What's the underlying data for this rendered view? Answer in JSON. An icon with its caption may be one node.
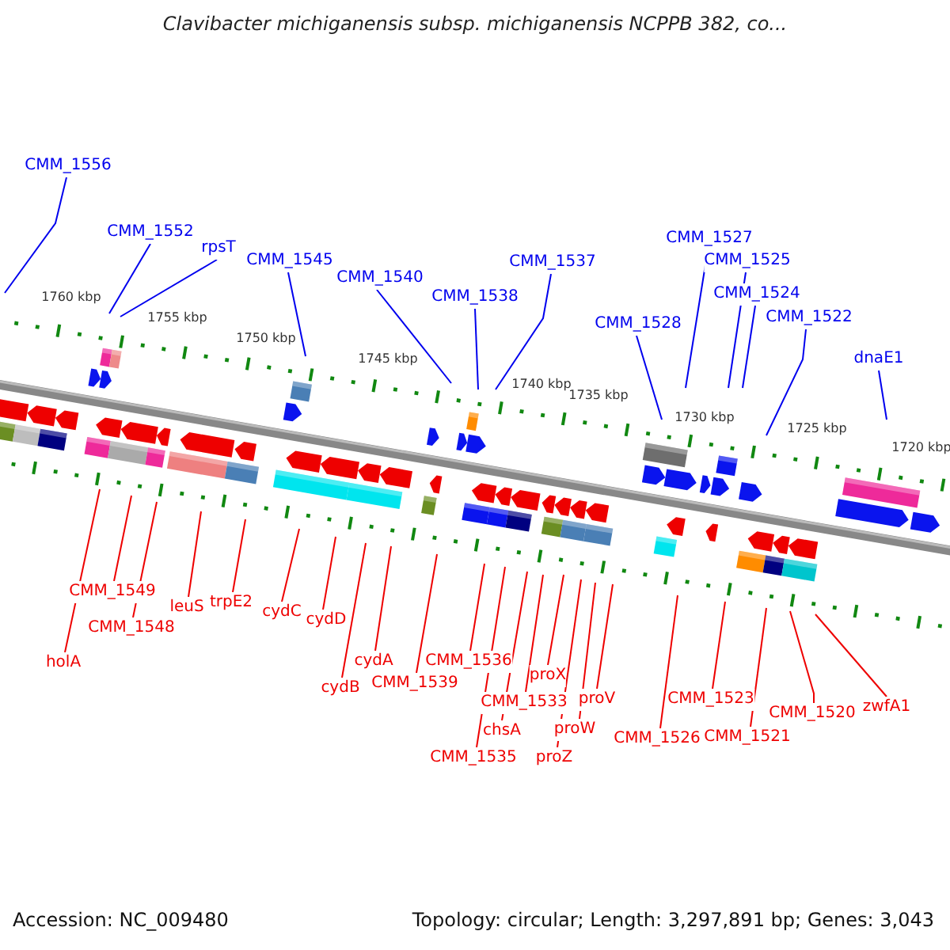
{
  "diagram": {
    "title": "Clavibacter michiganensis subsp. michiganensis NCPPB 382, co...",
    "nodes": [
      {
        "text": [
          "CMM_1556"
        ]
      },
      {
        "text": [
          "CMM_1552"
        ]
      },
      {
        "text": [
          "rpsT"
        ]
      },
      {
        "text": [
          "CMM_1545"
        ]
      },
      {
        "text": [
          "CMM_1540"
        ]
      },
      {
        "text": [
          "CMM_1538"
        ]
      },
      {
        "text": [
          "CMM_1537"
        ]
      },
      {
        "text": [
          "CMM_1528"
        ]
      },
      {
        "text": [
          "CMM_1527"
        ]
      },
      {
        "text": [
          "CMM_1525"
        ]
      },
      {
        "text": [
          "CMM_1524"
        ]
      },
      {
        "text": [
          "CMM_1522"
        ]
      },
      {
        "text": [
          "dnaE1"
        ]
      },
      {
        "text": [
          "holA"
        ]
      },
      {
        "text": [
          "CMM_1549"
        ]
      },
      {
        "text": [
          "CMM_1548"
        ]
      },
      {
        "text": [
          "leuS"
        ]
      },
      {
        "text": [
          "trpE2"
        ]
      },
      {
        "text": [
          "cydC"
        ]
      },
      {
        "text": [
          "cydD"
        ]
      },
      {
        "text": [
          "cydA"
        ]
      },
      {
        "text": [
          "cydB"
        ]
      },
      {
        "text": [
          "CMM_1539"
        ]
      },
      {
        "text": [
          "CMM_1536"
        ]
      },
      {
        "text": [
          "proX"
        ]
      },
      {
        "text": [
          "CMM_1533"
        ]
      },
      {
        "text": [
          "chsA"
        ]
      },
      {
        "text": [
          "CMM_1535"
        ]
      },
      {
        "text": [
          "proW"
        ]
      },
      {
        "text": [
          "proZ"
        ]
      },
      {
        "text": [
          "proV"
        ]
      },
      {
        "text": [
          "CMM_1526"
        ]
      },
      {
        "text": [
          "CMM_1523"
        ]
      },
      {
        "text": [
          "CMM_1521"
        ]
      },
      {
        "text": [
          "CMM_1520"
        ]
      },
      {
        "text": [
          "zwfA1"
        ]
      }
    ],
    "edges": [
      {
        "from": 0,
        "to": null,
        "arrow": "none",
        "color": "#0000ee"
      },
      {
        "from": 1,
        "to": null,
        "arrow": "none",
        "color": "#0000ee"
      },
      {
        "from": 2,
        "to": null,
        "arrow": "none",
        "color": "#0000ee"
      },
      {
        "from": 3,
        "to": null,
        "arrow": "none",
        "color": "#0000ee"
      },
      {
        "from": 4,
        "to": null,
        "arrow": "none",
        "color": "#0000ee"
      },
      {
        "from": 5,
        "to": null,
        "arrow": "none",
        "color": "#0000ee"
      },
      {
        "from": 6,
        "to": null,
        "arrow": "none",
        "color": "#0000ee"
      },
      {
        "from": 7,
        "to": null,
        "arrow": "none",
        "color": "#0000ee"
      },
      {
        "from": 8,
        "to": null,
        "arrow": "none",
        "color": "#0000ee"
      },
      {
        "from": 9,
        "to": null,
        "arrow": "none",
        "color": "#0000ee"
      },
      {
        "from": 10,
        "to": null,
        "arrow": "none",
        "color": "#0000ee"
      },
      {
        "from": 11,
        "to": null,
        "arrow": "none",
        "color": "#0000ee"
      },
      {
        "from": 12,
        "to": null,
        "arrow": "none",
        "color": "#0000ee"
      },
      {
        "from": 13,
        "to": null,
        "arrow": "none"
      },
      {
        "from": 14,
        "to": null,
        "arrow": "none"
      },
      {
        "from": 15,
        "to": null,
        "arrow": "none"
      },
      {
        "from": 16,
        "to": null,
        "arrow": "none"
      },
      {
        "from": 17,
        "to": null,
        "arrow": "none"
      },
      {
        "from": 18,
        "to": null,
        "arrow": "none"
      },
      {
        "from": 19,
        "to": null,
        "arrow": "none"
      },
      {
        "from": 20,
        "to": null,
        "arrow": "none"
      },
      {
        "from": 21,
        "to": null,
        "arrow": "none"
      },
      {
        "from": 22,
        "to": null,
        "arrow": "none"
      },
      {
        "from": 23,
        "to": null,
        "arrow": "none"
      },
      {
        "from": 24,
        "to": null,
        "arrow": "none"
      },
      {
        "from": 25,
        "to": null,
        "arrow": "none"
      },
      {
        "from": 26,
        "to": null,
        "arrow": "none"
      },
      {
        "from": 27,
        "to": null,
        "arrow": "none"
      },
      {
        "from": 28,
        "to": null,
        "arrow": "none"
      },
      {
        "from": 29,
        "to": null,
        "arrow": "none"
      },
      {
        "from": 30,
        "to": null,
        "arrow": "none"
      },
      {
        "from": 31,
        "to": null,
        "arrow": "none"
      },
      {
        "from": 32,
        "to": null,
        "arrow": "none"
      },
      {
        "from": 33,
        "to": null,
        "arrow": "none"
      },
      {
        "from": 34,
        "to": null,
        "arrow": "none"
      },
      {
        "from": 35,
        "to": null,
        "arrow": "none"
      }
    ],
    "labels": [
      "1760 kbp",
      "1755 kbp",
      "1750 kbp",
      "1745 kbp",
      "1740 kbp",
      "1735 kbp",
      "1730 kbp",
      "1725 kbp",
      "1720 kbp",
      "Accession: NC_009480",
      "Topology: circular; Length: 3,297,891 bp; Genes: 3,043"
    ]
  }
}
